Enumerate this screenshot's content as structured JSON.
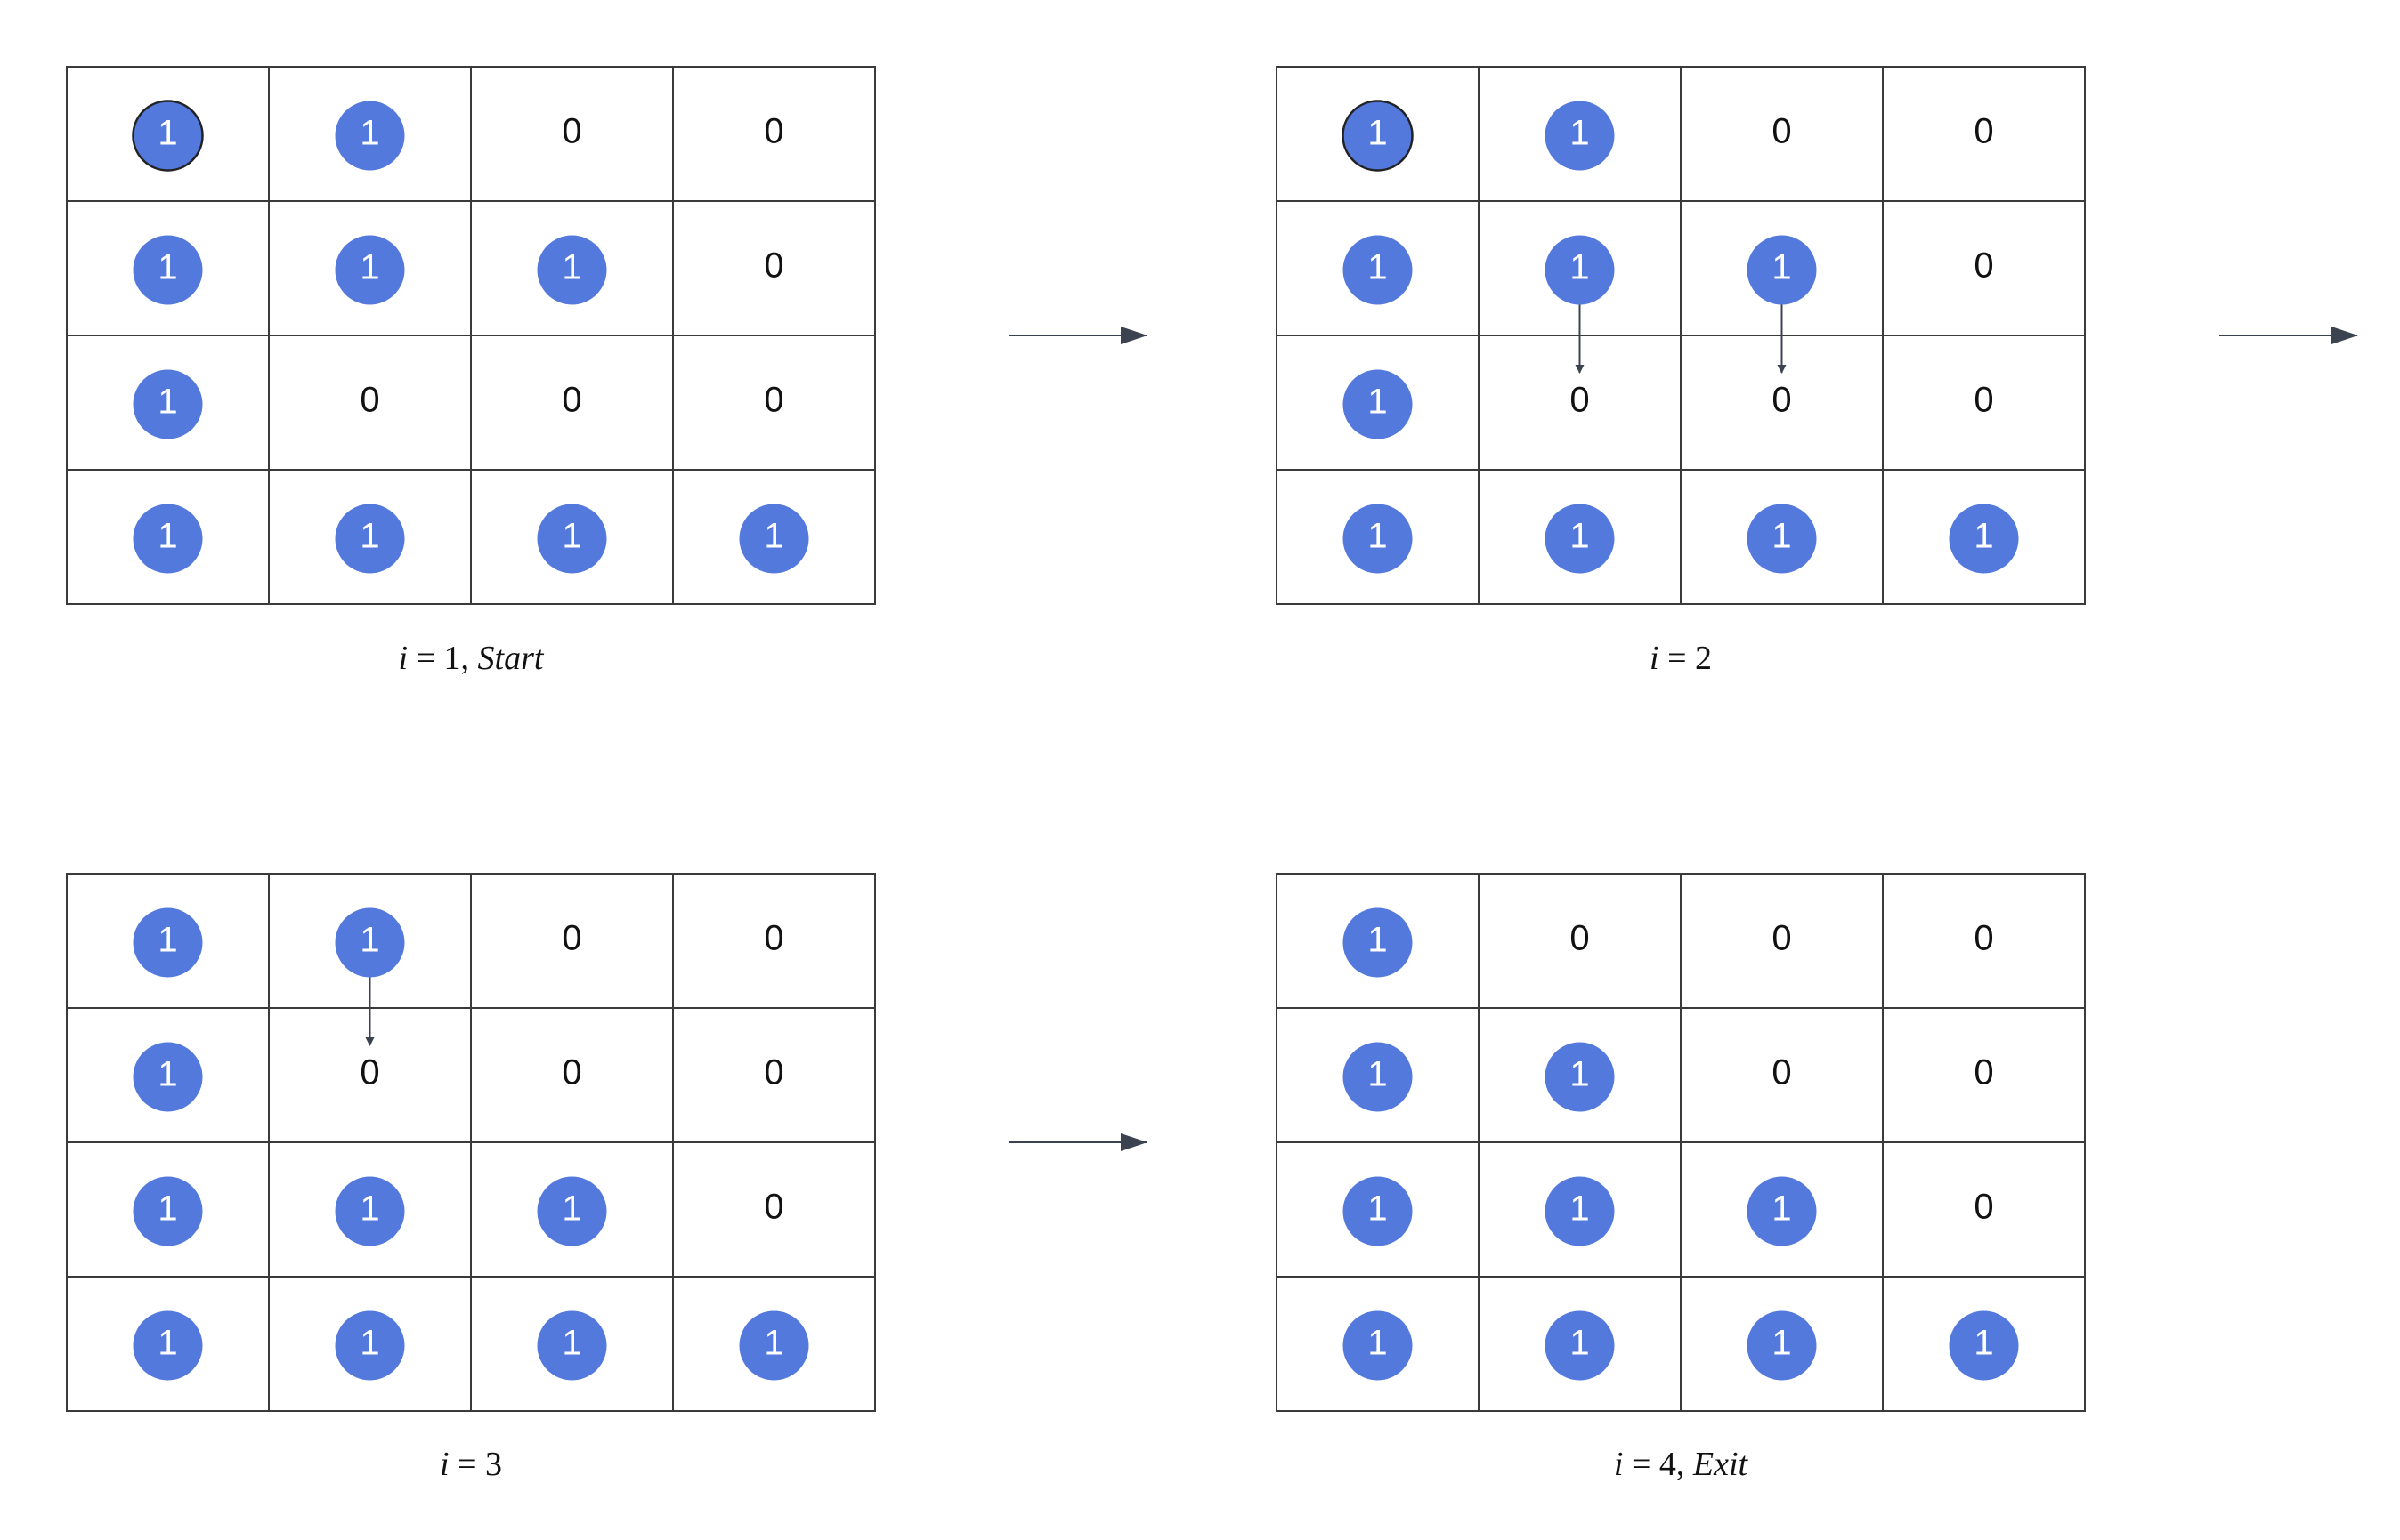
{
  "colors": {
    "node_fill": "#5479dc",
    "grid_line": "#3a3a3a",
    "arrow": "#3c4350",
    "highlight_ring": "#222222"
  },
  "panels": [
    {
      "id": "panel-1",
      "caption": {
        "var": "i",
        "eq": " = 1, ",
        "tag": "Start"
      },
      "grid": [
        [
          1,
          1,
          0,
          0
        ],
        [
          1,
          1,
          1,
          0
        ],
        [
          1,
          0,
          0,
          0
        ],
        [
          1,
          1,
          1,
          1
        ]
      ],
      "highlight": [
        0,
        0
      ],
      "moves": []
    },
    {
      "id": "panel-2",
      "caption": {
        "var": "i",
        "eq": " = 2",
        "tag": ""
      },
      "grid": [
        [
          1,
          1,
          0,
          0
        ],
        [
          1,
          1,
          1,
          0
        ],
        [
          1,
          0,
          0,
          0
        ],
        [
          1,
          1,
          1,
          1
        ]
      ],
      "highlight": [
        0,
        0
      ],
      "moves": [
        [
          1,
          1
        ],
        [
          1,
          2
        ]
      ]
    },
    {
      "id": "panel-3",
      "caption": {
        "var": "i",
        "eq": " = 3",
        "tag": ""
      },
      "grid": [
        [
          1,
          1,
          0,
          0
        ],
        [
          1,
          0,
          0,
          0
        ],
        [
          1,
          1,
          1,
          0
        ],
        [
          1,
          1,
          1,
          1
        ]
      ],
      "highlight": null,
      "moves": [
        [
          0,
          1
        ]
      ]
    },
    {
      "id": "panel-4",
      "caption": {
        "var": "i",
        "eq": " = 4, ",
        "tag": "Exit"
      },
      "grid": [
        [
          1,
          0,
          0,
          0
        ],
        [
          1,
          1,
          0,
          0
        ],
        [
          1,
          1,
          1,
          0
        ],
        [
          1,
          1,
          1,
          1
        ]
      ],
      "highlight": null,
      "moves": []
    }
  ],
  "transitions": [
    {
      "from": "panel-1",
      "to": "panel-2"
    },
    {
      "from": "panel-2",
      "to": "next"
    },
    {
      "from": "panel-3",
      "to": "panel-4"
    }
  ]
}
